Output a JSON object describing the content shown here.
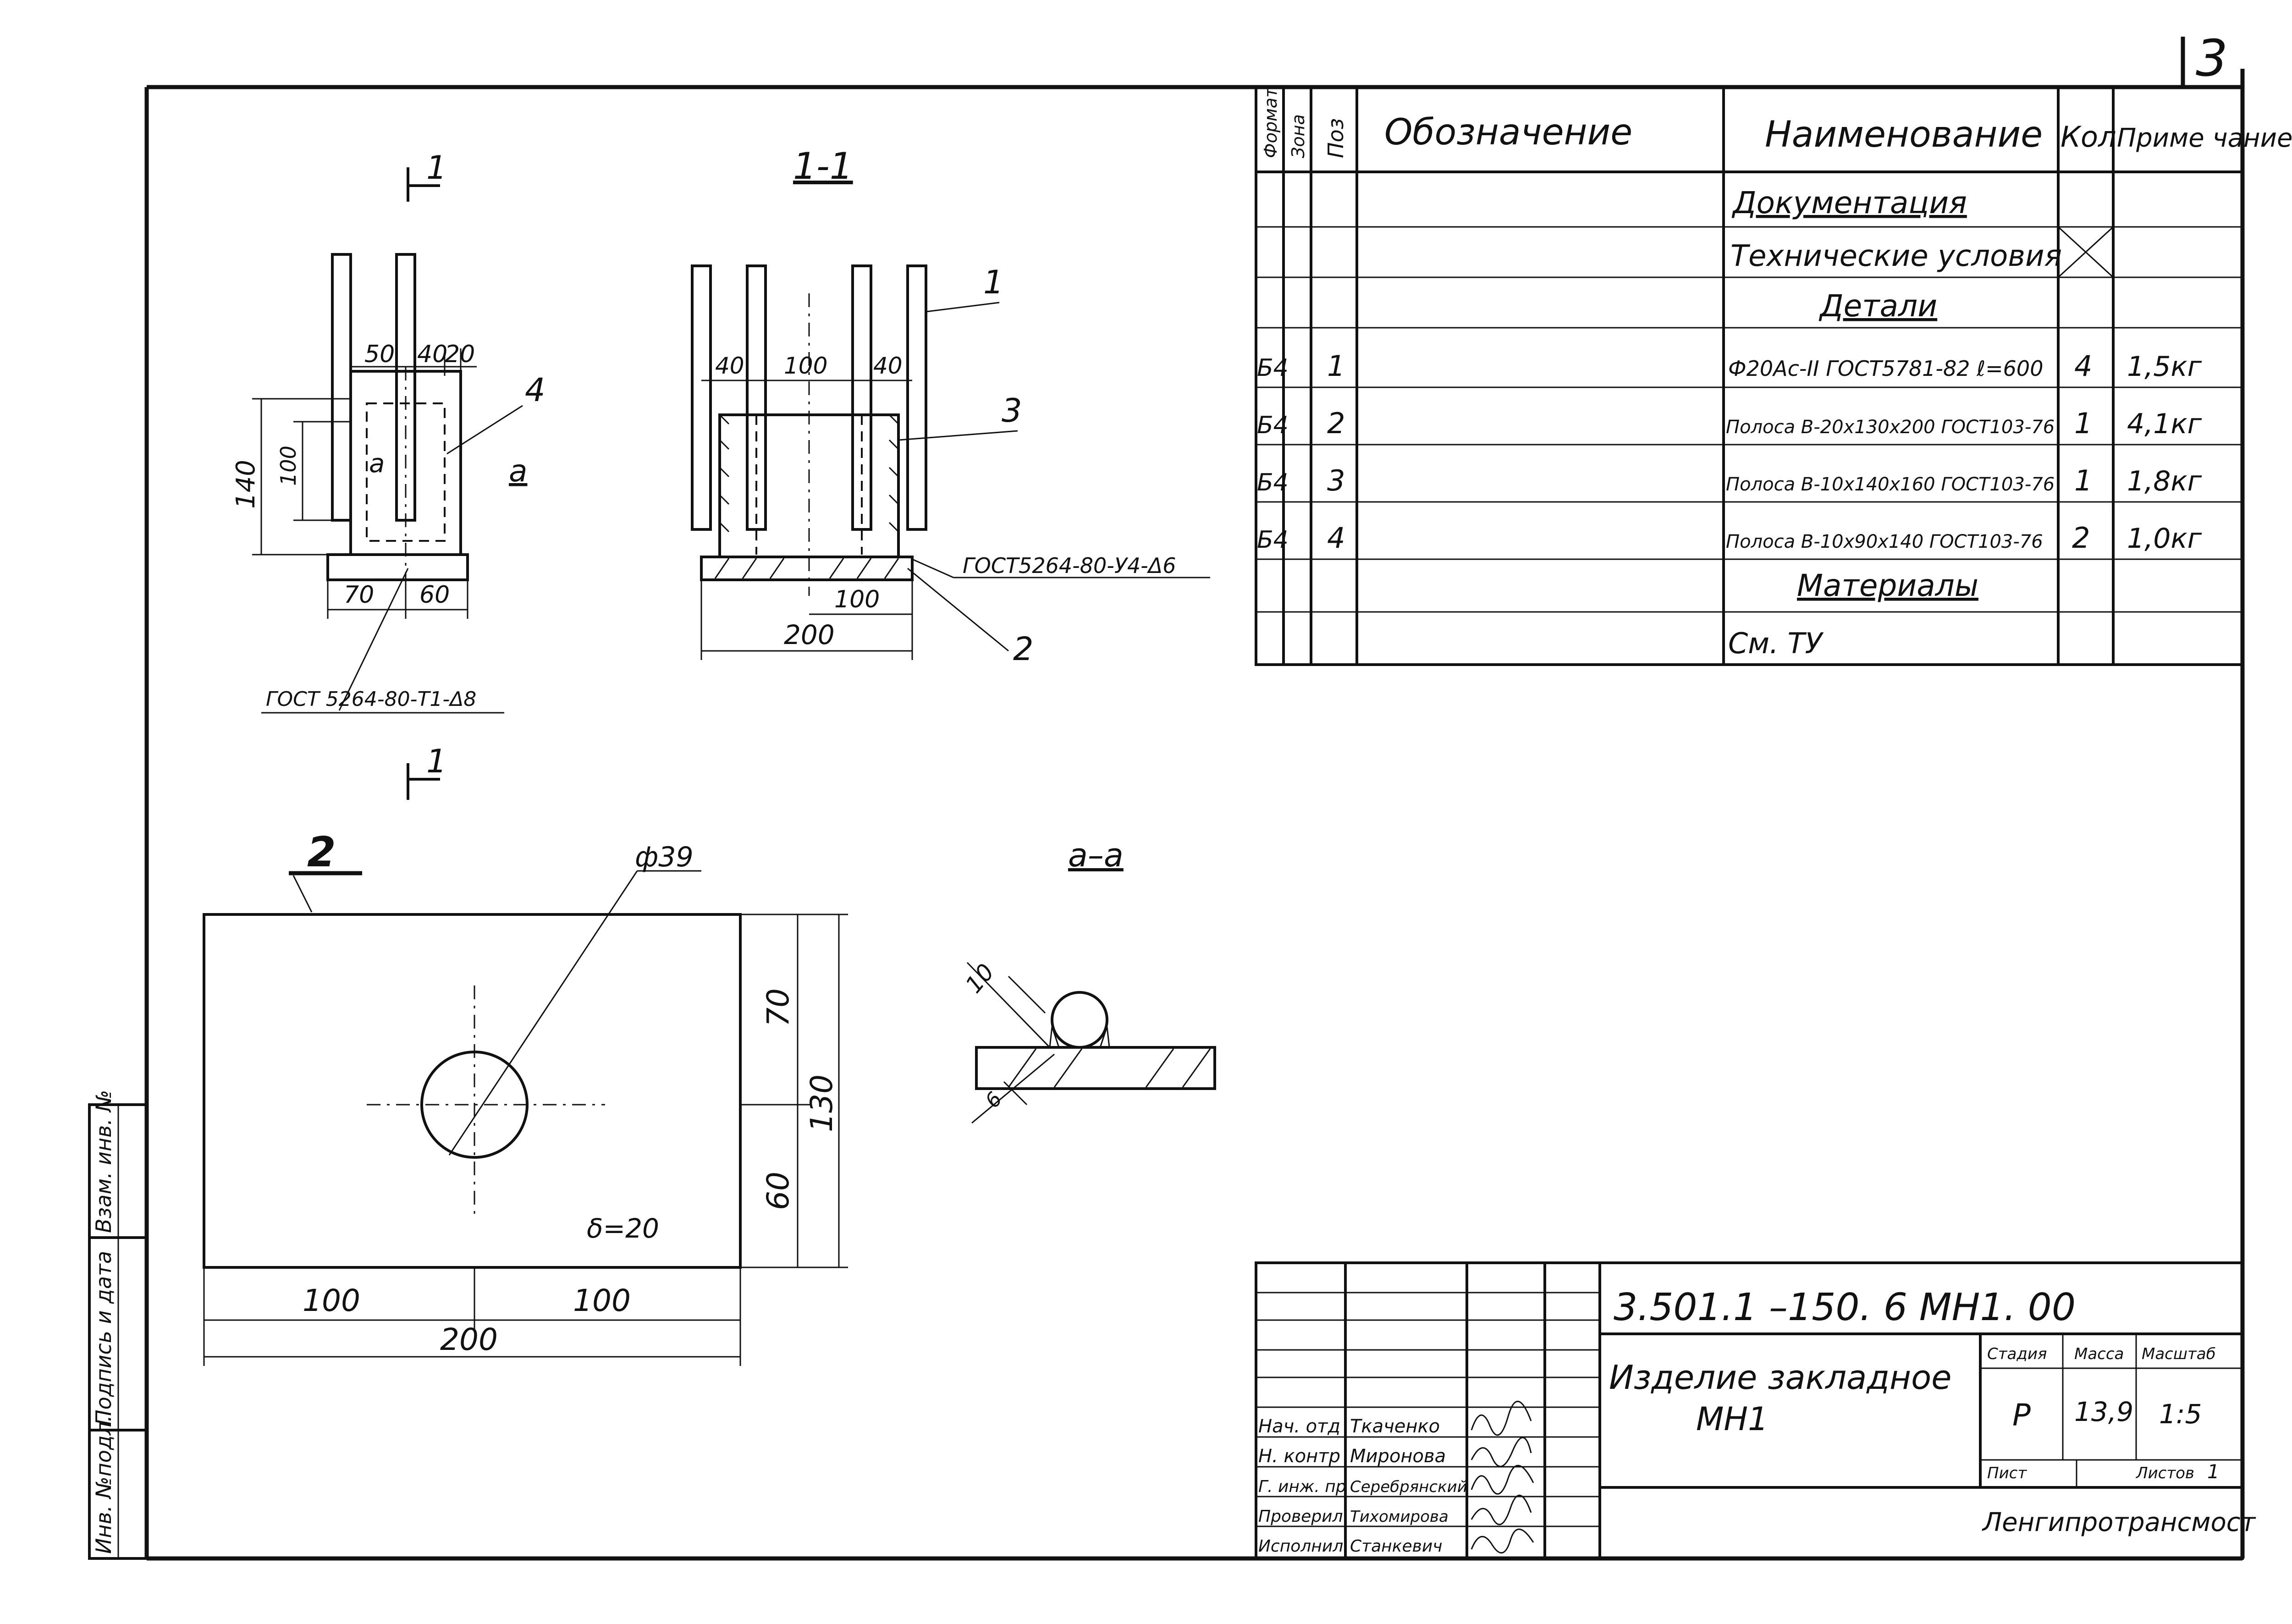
{
  "sheet_number": "3",
  "drawing_code": "3.501.1 –150.  6  МН1. 00",
  "title_line1": "Изделие закладное",
  "title_line2": "МН1",
  "organization": "Ленгипротрансмост",
  "stamp": {
    "headers": {
      "stage": "Стадия",
      "mass": "Масса",
      "scale": "Масштаб",
      "sheet": "Пист",
      "sheets": "Листов"
    },
    "values": {
      "stage": "Р",
      "mass": "13,9",
      "scale": "1:5",
      "sheets": "1"
    },
    "signatures": [
      {
        "role": "Нач. отд",
        "name": "Ткаченко"
      },
      {
        "role": "Н. контр",
        "name": "Миронова"
      },
      {
        "role": "Г. инж. пр",
        "name": "Серебрянский"
      },
      {
        "role": "Проверил",
        "name": "Тихомирова"
      },
      {
        "role": "Исполнил",
        "name": "Станкевич"
      }
    ]
  },
  "side_strip": {
    "inv_no": "Инв. №подл.",
    "sign_date": "Подпись и дата",
    "inv_repl": "Взам. инв. №"
  },
  "spec": {
    "headers": {
      "format": "Формат",
      "zone": "Зона",
      "pos": "Поз",
      "designation": "Обозначение",
      "name": "Наименование",
      "qty": "Кол",
      "note": "Приме чание"
    },
    "rows": [
      {
        "format": "",
        "pos": "",
        "name": "Документация",
        "qty": "",
        "note": "",
        "kind": "section"
      },
      {
        "format": "",
        "pos": "",
        "name": "Технические условия",
        "qty": "",
        "note": "",
        "kind": "item",
        "crossed": true
      },
      {
        "format": "",
        "pos": "",
        "name": "Детали",
        "qty": "",
        "note": "",
        "kind": "section"
      },
      {
        "format": "Б4",
        "pos": "1",
        "name": "Ф20Ас-II ГОСТ5781-82 ℓ=600",
        "qty": "4",
        "note": "1,5кг",
        "kind": "item"
      },
      {
        "format": "Б4",
        "pos": "2",
        "name": "Полоса В-20х130х200 ГОСТ103-76",
        "qty": "1",
        "note": "4,1кг",
        "kind": "item"
      },
      {
        "format": "Б4",
        "pos": "3",
        "name": "Полоса В-10х140х160 ГОСТ103-76",
        "qty": "1",
        "note": "1,8кг",
        "kind": "item"
      },
      {
        "format": "Б4",
        "pos": "4",
        "name": "Полоса В-10х90х140 ГОСТ103-76",
        "qty": "2",
        "note": "1,0кг",
        "kind": "item"
      },
      {
        "format": "",
        "pos": "",
        "name": "Материалы",
        "qty": "",
        "note": "",
        "kind": "section"
      },
      {
        "format": "",
        "pos": "",
        "name": "См. ТУ",
        "qty": "",
        "note": "",
        "kind": "item"
      }
    ]
  },
  "views": {
    "front": {
      "section_mark": "1",
      "dims_top": [
        "50",
        "40",
        "20"
      ],
      "dim_140": "140",
      "dim_100": "100",
      "dim_70": "70",
      "dim_60": "60",
      "weld_label": "а",
      "pos_label": "4",
      "section_ref": "а",
      "weld_note": "ГОСТ 5264-80-Т1-Δ8"
    },
    "section": {
      "title": "1-1",
      "dims_top": [
        "40",
        "100",
        "40"
      ],
      "dim_100": "100",
      "dim_200": "200",
      "pos_1": "1",
      "pos_2": "2",
      "pos_3": "3",
      "weld_note": "ГОСТ5264-80-У4-Δ6"
    },
    "plate": {
      "pos_label": "2",
      "hole": "ф39",
      "thickness": "δ=20",
      "dim_70": "70",
      "dim_60": "60",
      "dim_130": "130",
      "dim_100a": "100",
      "dim_100b": "100",
      "dim_200": "200"
    },
    "detail": {
      "title": "а–а",
      "dim_10": "10",
      "dim_6": "6"
    }
  }
}
